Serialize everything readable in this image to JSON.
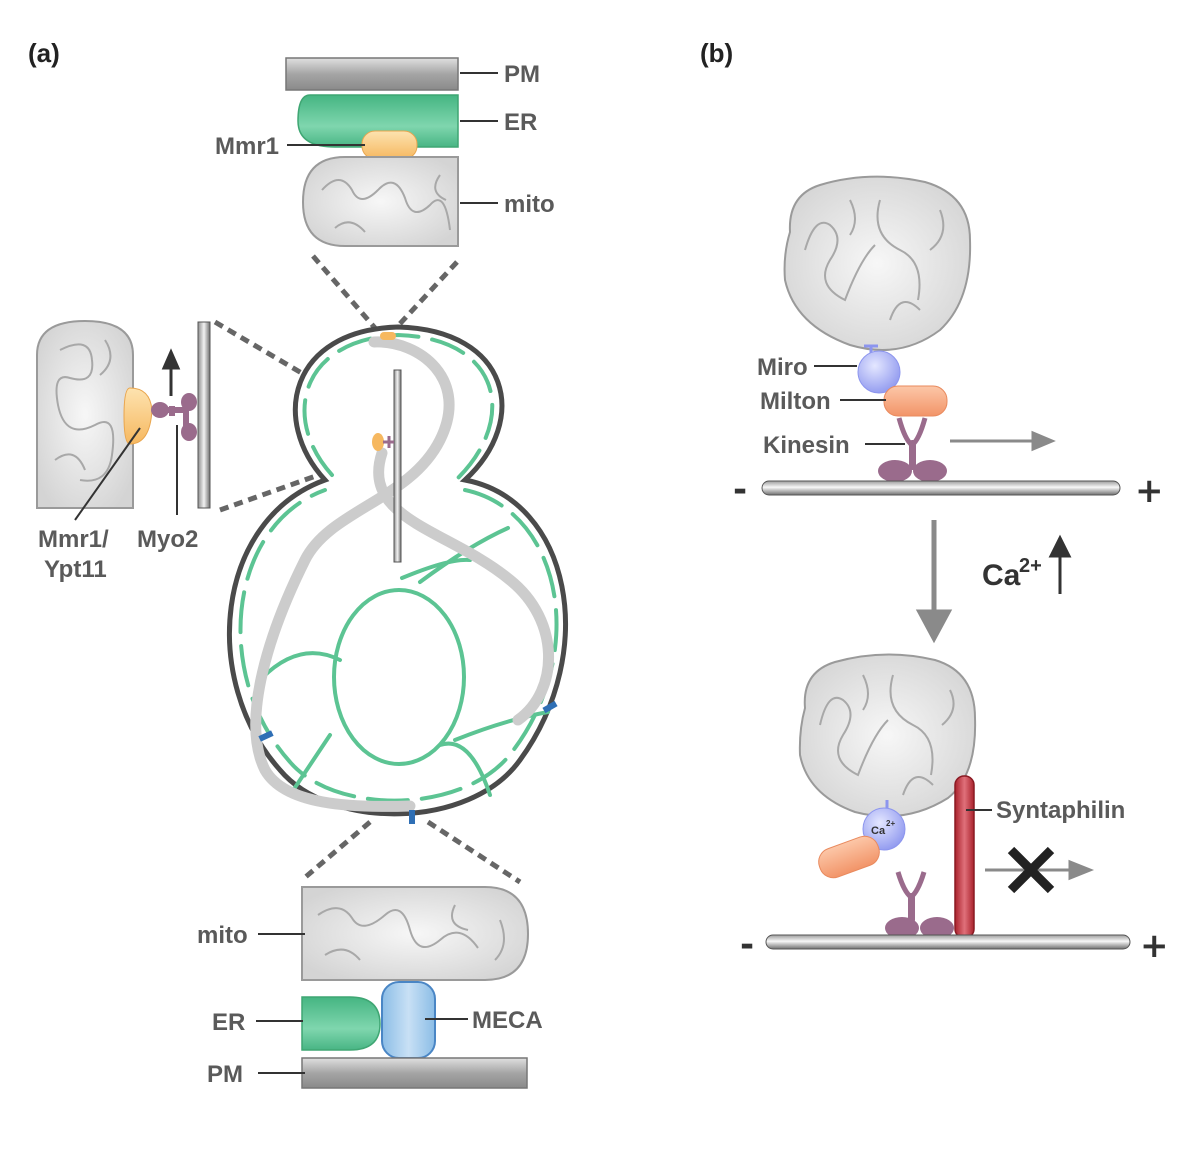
{
  "panels": {
    "a": "(a)",
    "b": "(b)"
  },
  "panel_a": {
    "top_inset": {
      "pm": "PM",
      "er": "ER",
      "mmr1": "Mmr1",
      "mito": "mito"
    },
    "left_inset": {
      "mmr1_ypt11_line1": "Mmr1/",
      "mmr1_ypt11_line2": "Ypt11",
      "myo2": "Myo2"
    },
    "bottom_inset": {
      "mito": "mito",
      "er": "ER",
      "meca": "MECA",
      "pm": "PM"
    }
  },
  "panel_b": {
    "top": {
      "miro": "Miro",
      "milton": "Milton",
      "kinesin": "Kinesin",
      "minus": "-",
      "plus": "+"
    },
    "trigger": {
      "ion": "Ca",
      "charge": "2+"
    },
    "bottom": {
      "ca_badge": "Ca",
      "ca_badge_charge": "2+",
      "syntaphilin": "Syntaphilin",
      "minus": "-",
      "plus": "+"
    }
  },
  "colors": {
    "er": "#5cc493",
    "mmr1": "#f9c97a",
    "myo2": "#9a6b8c",
    "meca": "#a9cdec",
    "pm": "#999999",
    "miro": "#a9b2f5",
    "milton": "#f7a67e",
    "syntaphilin": "#c0303a",
    "tether": "#2f6fb5"
  }
}
